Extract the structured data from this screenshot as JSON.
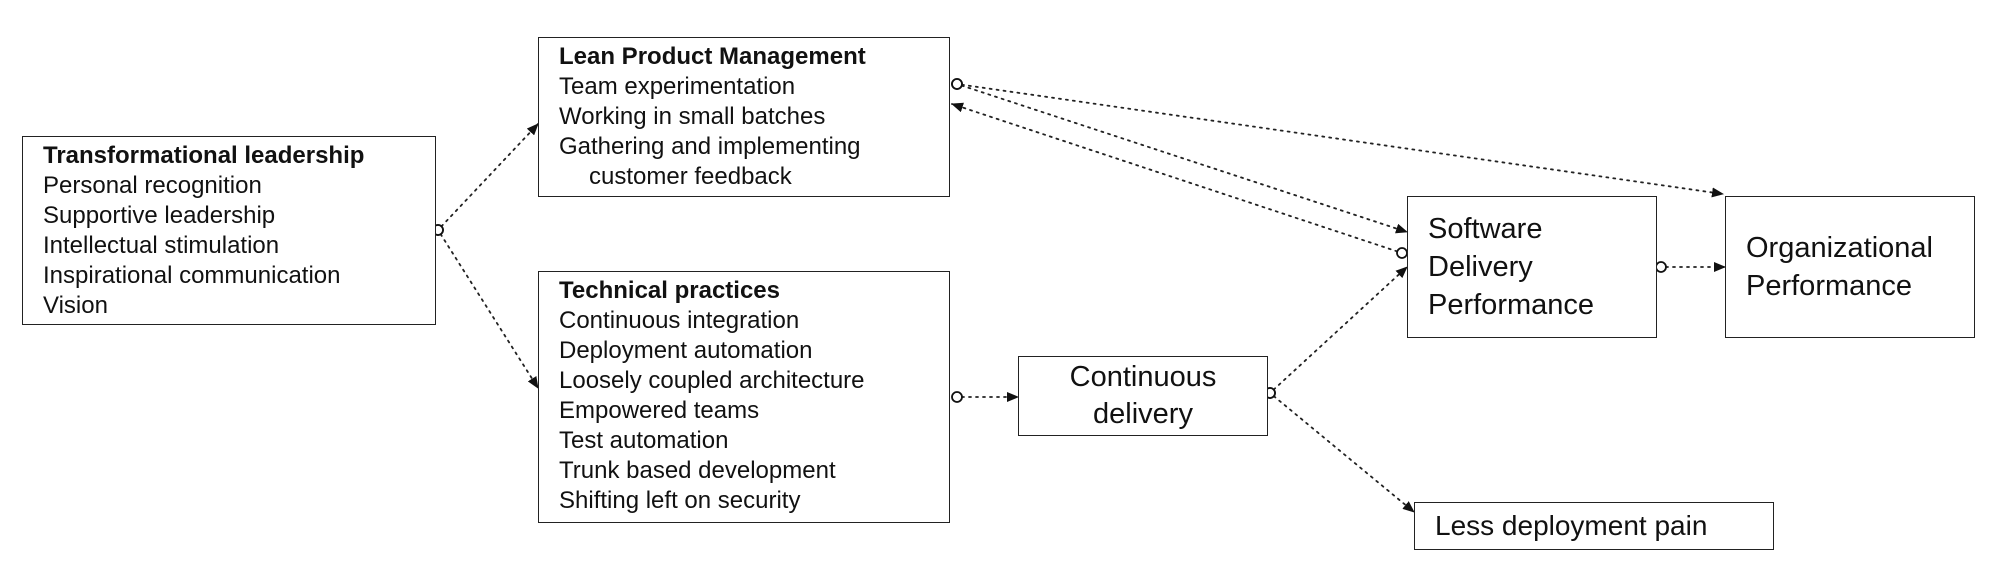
{
  "boxes": {
    "leadership": {
      "title": "Transformational leadership",
      "items": [
        "Personal recognition",
        "Supportive leadership",
        "Intellectual stimulation",
        "Inspirational communication",
        "Vision"
      ]
    },
    "lean": {
      "title": "Lean Product Management",
      "items": [
        "Team experimentation",
        "Working in small batches",
        "Gathering and implementing"
      ],
      "continuation": "customer feedback"
    },
    "technical": {
      "title": "Technical practices",
      "items": [
        "Continuous integration",
        "Deployment automation",
        "Loosely coupled architecture",
        "Empowered teams",
        "Test automation",
        "Trunk based development",
        "Shifting left on security"
      ]
    },
    "continuous_delivery": {
      "lines": [
        "Continuous",
        "delivery"
      ]
    },
    "software_delivery": {
      "lines": [
        "Software",
        "Delivery",
        "Performance"
      ]
    },
    "organizational": {
      "lines": [
        "Organizational",
        "Performance"
      ]
    },
    "deployment_pain": {
      "lines": [
        "Less deployment pain"
      ]
    }
  },
  "edges": [
    {
      "from": "leadership",
      "to": "lean"
    },
    {
      "from": "leadership",
      "to": "technical"
    },
    {
      "from": "technical",
      "to": "continuous_delivery"
    },
    {
      "from": "continuous_delivery",
      "to": "software_delivery"
    },
    {
      "from": "continuous_delivery",
      "to": "deployment_pain"
    },
    {
      "from": "lean",
      "to": "software_delivery"
    },
    {
      "from": "lean",
      "to": "organizational"
    },
    {
      "from": "software_delivery",
      "to": "lean"
    },
    {
      "from": "software_delivery",
      "to": "organizational"
    }
  ],
  "edge_style": "dotted line with open circle at source and filled arrowhead at target"
}
